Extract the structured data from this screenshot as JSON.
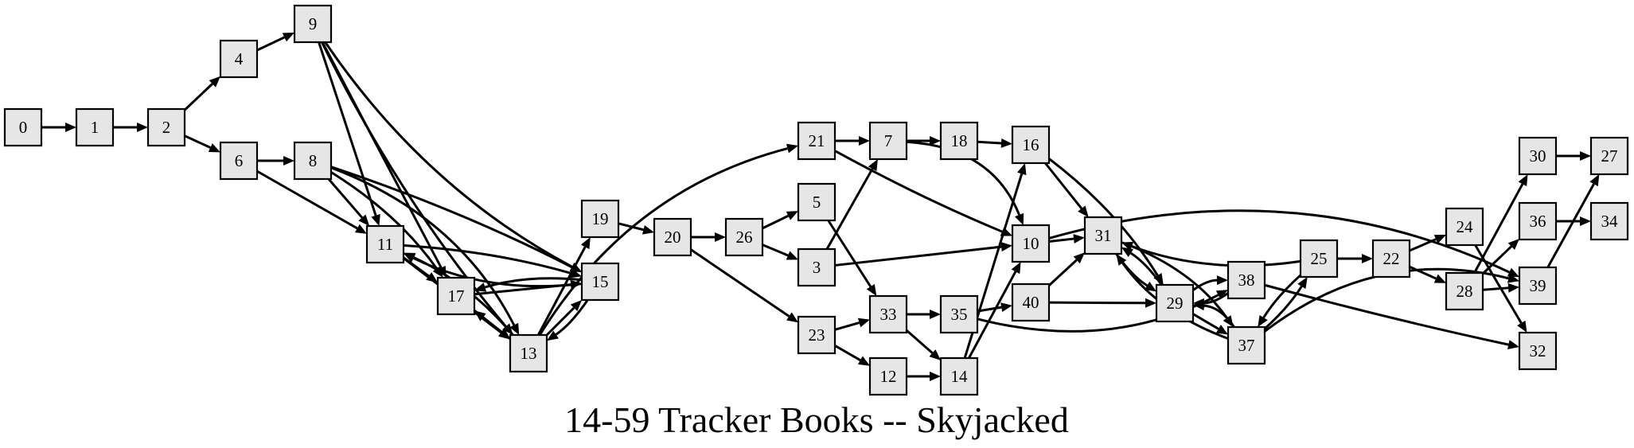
{
  "title": "14-59 Tracker Books -- Skyjacked",
  "colors": {
    "node_fill": "#e6e6e6",
    "stroke": "#000000",
    "background": "#ffffff"
  },
  "nodes": [
    "0",
    "1",
    "2",
    "4",
    "6",
    "9",
    "8",
    "11",
    "17",
    "13",
    "15",
    "19",
    "20",
    "26",
    "21",
    "7",
    "18",
    "16",
    "5",
    "3",
    "10",
    "31",
    "23",
    "33",
    "12",
    "35",
    "14",
    "40",
    "29",
    "38",
    "37",
    "25",
    "22",
    "24",
    "28",
    "30",
    "36",
    "39",
    "27",
    "34",
    "32"
  ],
  "edges": [
    [
      "0",
      "1"
    ],
    [
      "1",
      "2"
    ],
    [
      "2",
      "4"
    ],
    [
      "2",
      "6"
    ],
    [
      "4",
      "9"
    ],
    [
      "6",
      "8"
    ],
    [
      "6",
      "11"
    ],
    [
      "9",
      "11"
    ],
    [
      "9",
      "17"
    ],
    [
      "9",
      "13"
    ],
    [
      "9",
      "15"
    ],
    [
      "8",
      "11"
    ],
    [
      "8",
      "17"
    ],
    [
      "8",
      "13"
    ],
    [
      "8",
      "15"
    ],
    [
      "11",
      "17"
    ],
    [
      "11",
      "13"
    ],
    [
      "11",
      "15"
    ],
    [
      "17",
      "13"
    ],
    [
      "17",
      "15"
    ],
    [
      "13",
      "15"
    ],
    [
      "13",
      "11"
    ],
    [
      "13",
      "17"
    ],
    [
      "13",
      "19"
    ],
    [
      "13",
      "21"
    ],
    [
      "15",
      "17"
    ],
    [
      "15",
      "13"
    ],
    [
      "15",
      "11"
    ],
    [
      "19",
      "20"
    ],
    [
      "20",
      "26"
    ],
    [
      "20",
      "23"
    ],
    [
      "26",
      "5"
    ],
    [
      "26",
      "3"
    ],
    [
      "21",
      "7"
    ],
    [
      "21",
      "10"
    ],
    [
      "7",
      "18"
    ],
    [
      "7",
      "10"
    ],
    [
      "18",
      "16"
    ],
    [
      "5",
      "33"
    ],
    [
      "3",
      "7"
    ],
    [
      "3",
      "10"
    ],
    [
      "16",
      "31"
    ],
    [
      "16",
      "29"
    ],
    [
      "10",
      "31"
    ],
    [
      "10",
      "39"
    ],
    [
      "23",
      "33"
    ],
    [
      "23",
      "12"
    ],
    [
      "33",
      "35"
    ],
    [
      "33",
      "14"
    ],
    [
      "12",
      "14"
    ],
    [
      "35",
      "40"
    ],
    [
      "35",
      "38"
    ],
    [
      "14",
      "16"
    ],
    [
      "14",
      "10"
    ],
    [
      "40",
      "31"
    ],
    [
      "40",
      "29"
    ],
    [
      "31",
      "29"
    ],
    [
      "31",
      "37"
    ],
    [
      "29",
      "31"
    ],
    [
      "29",
      "38"
    ],
    [
      "29",
      "37"
    ],
    [
      "38",
      "32"
    ],
    [
      "38",
      "29"
    ],
    [
      "37",
      "31"
    ],
    [
      "37",
      "29"
    ],
    [
      "37",
      "25"
    ],
    [
      "37",
      "39"
    ],
    [
      "25",
      "31"
    ],
    [
      "25",
      "37"
    ],
    [
      "25",
      "22"
    ],
    [
      "22",
      "24"
    ],
    [
      "22",
      "28"
    ],
    [
      "24",
      "32"
    ],
    [
      "28",
      "30"
    ],
    [
      "28",
      "36"
    ],
    [
      "28",
      "39"
    ],
    [
      "30",
      "27"
    ],
    [
      "36",
      "34"
    ],
    [
      "39",
      "27"
    ]
  ]
}
